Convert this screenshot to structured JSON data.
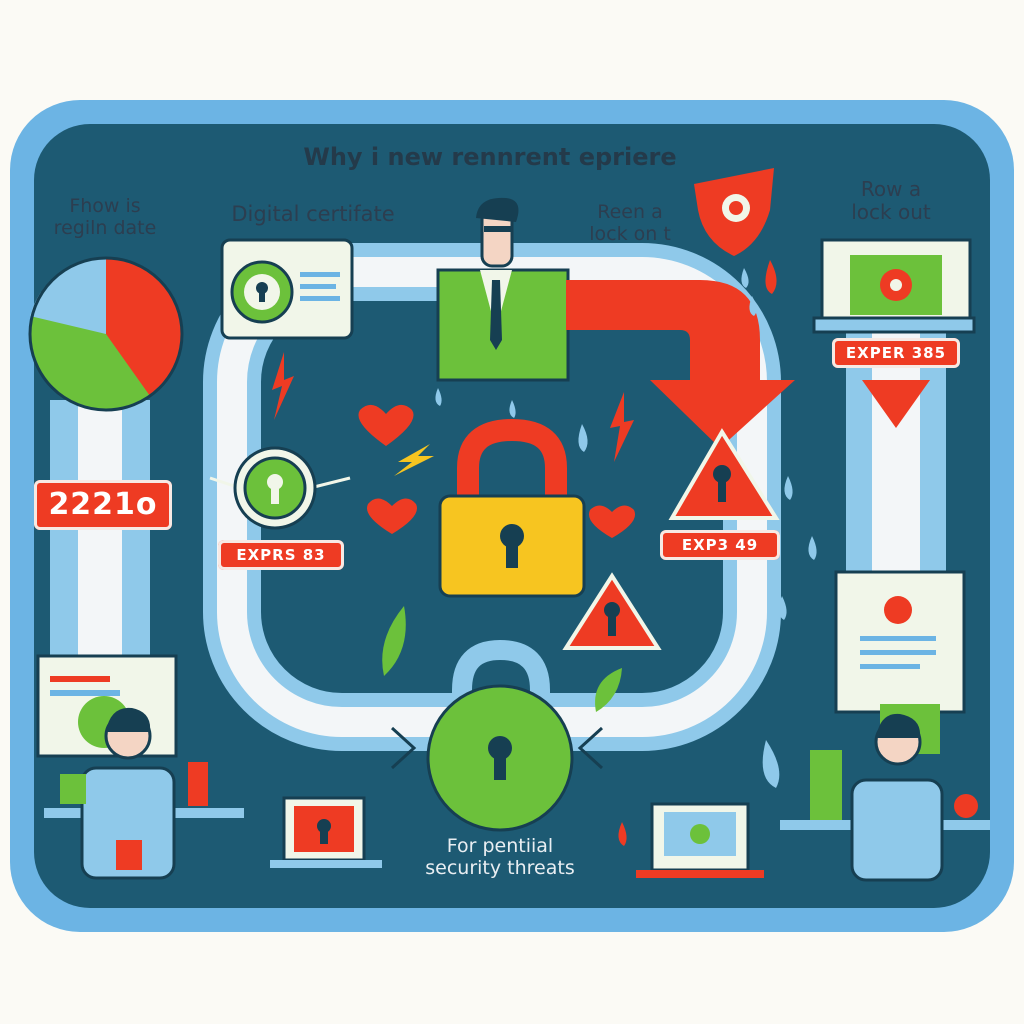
{
  "title": "Why i  new rennrent epriere",
  "labels": {
    "top_left": [
      "Fhow is",
      "regiln date"
    ],
    "certificate": "Digital certifate",
    "lock_on": [
      "Reen a",
      "lock on t"
    ],
    "lock_out": [
      "Row a",
      "lock out"
    ],
    "bottom": [
      "For pentiial",
      "security threats"
    ]
  },
  "badges": {
    "left_big": "2221o",
    "left_small": "EXPRS 83",
    "right_small": "EXP3 49",
    "right_top": "EXPER 385"
  },
  "colors": {
    "frame": "#6cb4e4",
    "panel": "#1d5a73",
    "red": "#ee3b23",
    "green": "#6cc13b",
    "yellow": "#f7c520"
  }
}
